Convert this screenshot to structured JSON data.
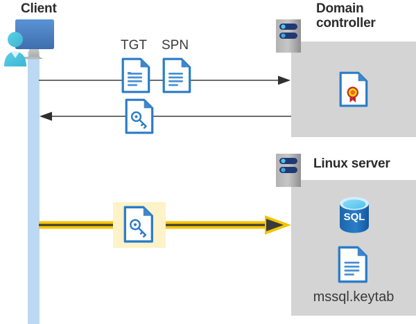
{
  "diagram": {
    "type": "sequence-flow",
    "background": "#ffffff",
    "colors": {
      "panel_gray": "#d4d4d4",
      "lifeline_blue": "#bcd9f4",
      "highlight_yellow": "#fdf2c8",
      "arrow_yellow": "#f5c400",
      "arrow_dark": "#404040",
      "doc_blue": "#2a7cc7",
      "sql_blue": "#1b6cb3",
      "person_teal": "#4cc3e0",
      "monitor_blue": "#4a7fbf",
      "text_dark": "#2b2b2b"
    }
  },
  "actors": {
    "client": {
      "label": "Client",
      "icon": "user-computer-icon"
    },
    "domain_controller": {
      "label_line1": "Domain",
      "label_line2": "controller",
      "label": "Domain controller",
      "icon": "server-rack-icon",
      "contents": [
        {
          "name": "certificate-document-icon",
          "label": ""
        }
      ]
    },
    "linux_server": {
      "label": "Linux server",
      "icon": "server-rack-icon",
      "contents": [
        {
          "name": "sql-database-icon",
          "label": "SQL"
        },
        {
          "name": "keytab-document-icon",
          "label": "mssql.keytab"
        }
      ]
    }
  },
  "messages": [
    {
      "id": "request",
      "direction": "right",
      "style": "thin-black",
      "artifacts": [
        {
          "label": "TGT",
          "icon": "document-lines-icon"
        },
        {
          "label": "SPN",
          "icon": "document-lines-icon"
        }
      ]
    },
    {
      "id": "response",
      "direction": "left",
      "style": "thin-black",
      "artifacts": [
        {
          "label": "",
          "icon": "document-key-icon"
        }
      ]
    },
    {
      "id": "service-ticket",
      "direction": "right",
      "style": "thick-yellow-highlighted",
      "artifacts": [
        {
          "label": "",
          "icon": "document-key-icon"
        }
      ]
    }
  ]
}
